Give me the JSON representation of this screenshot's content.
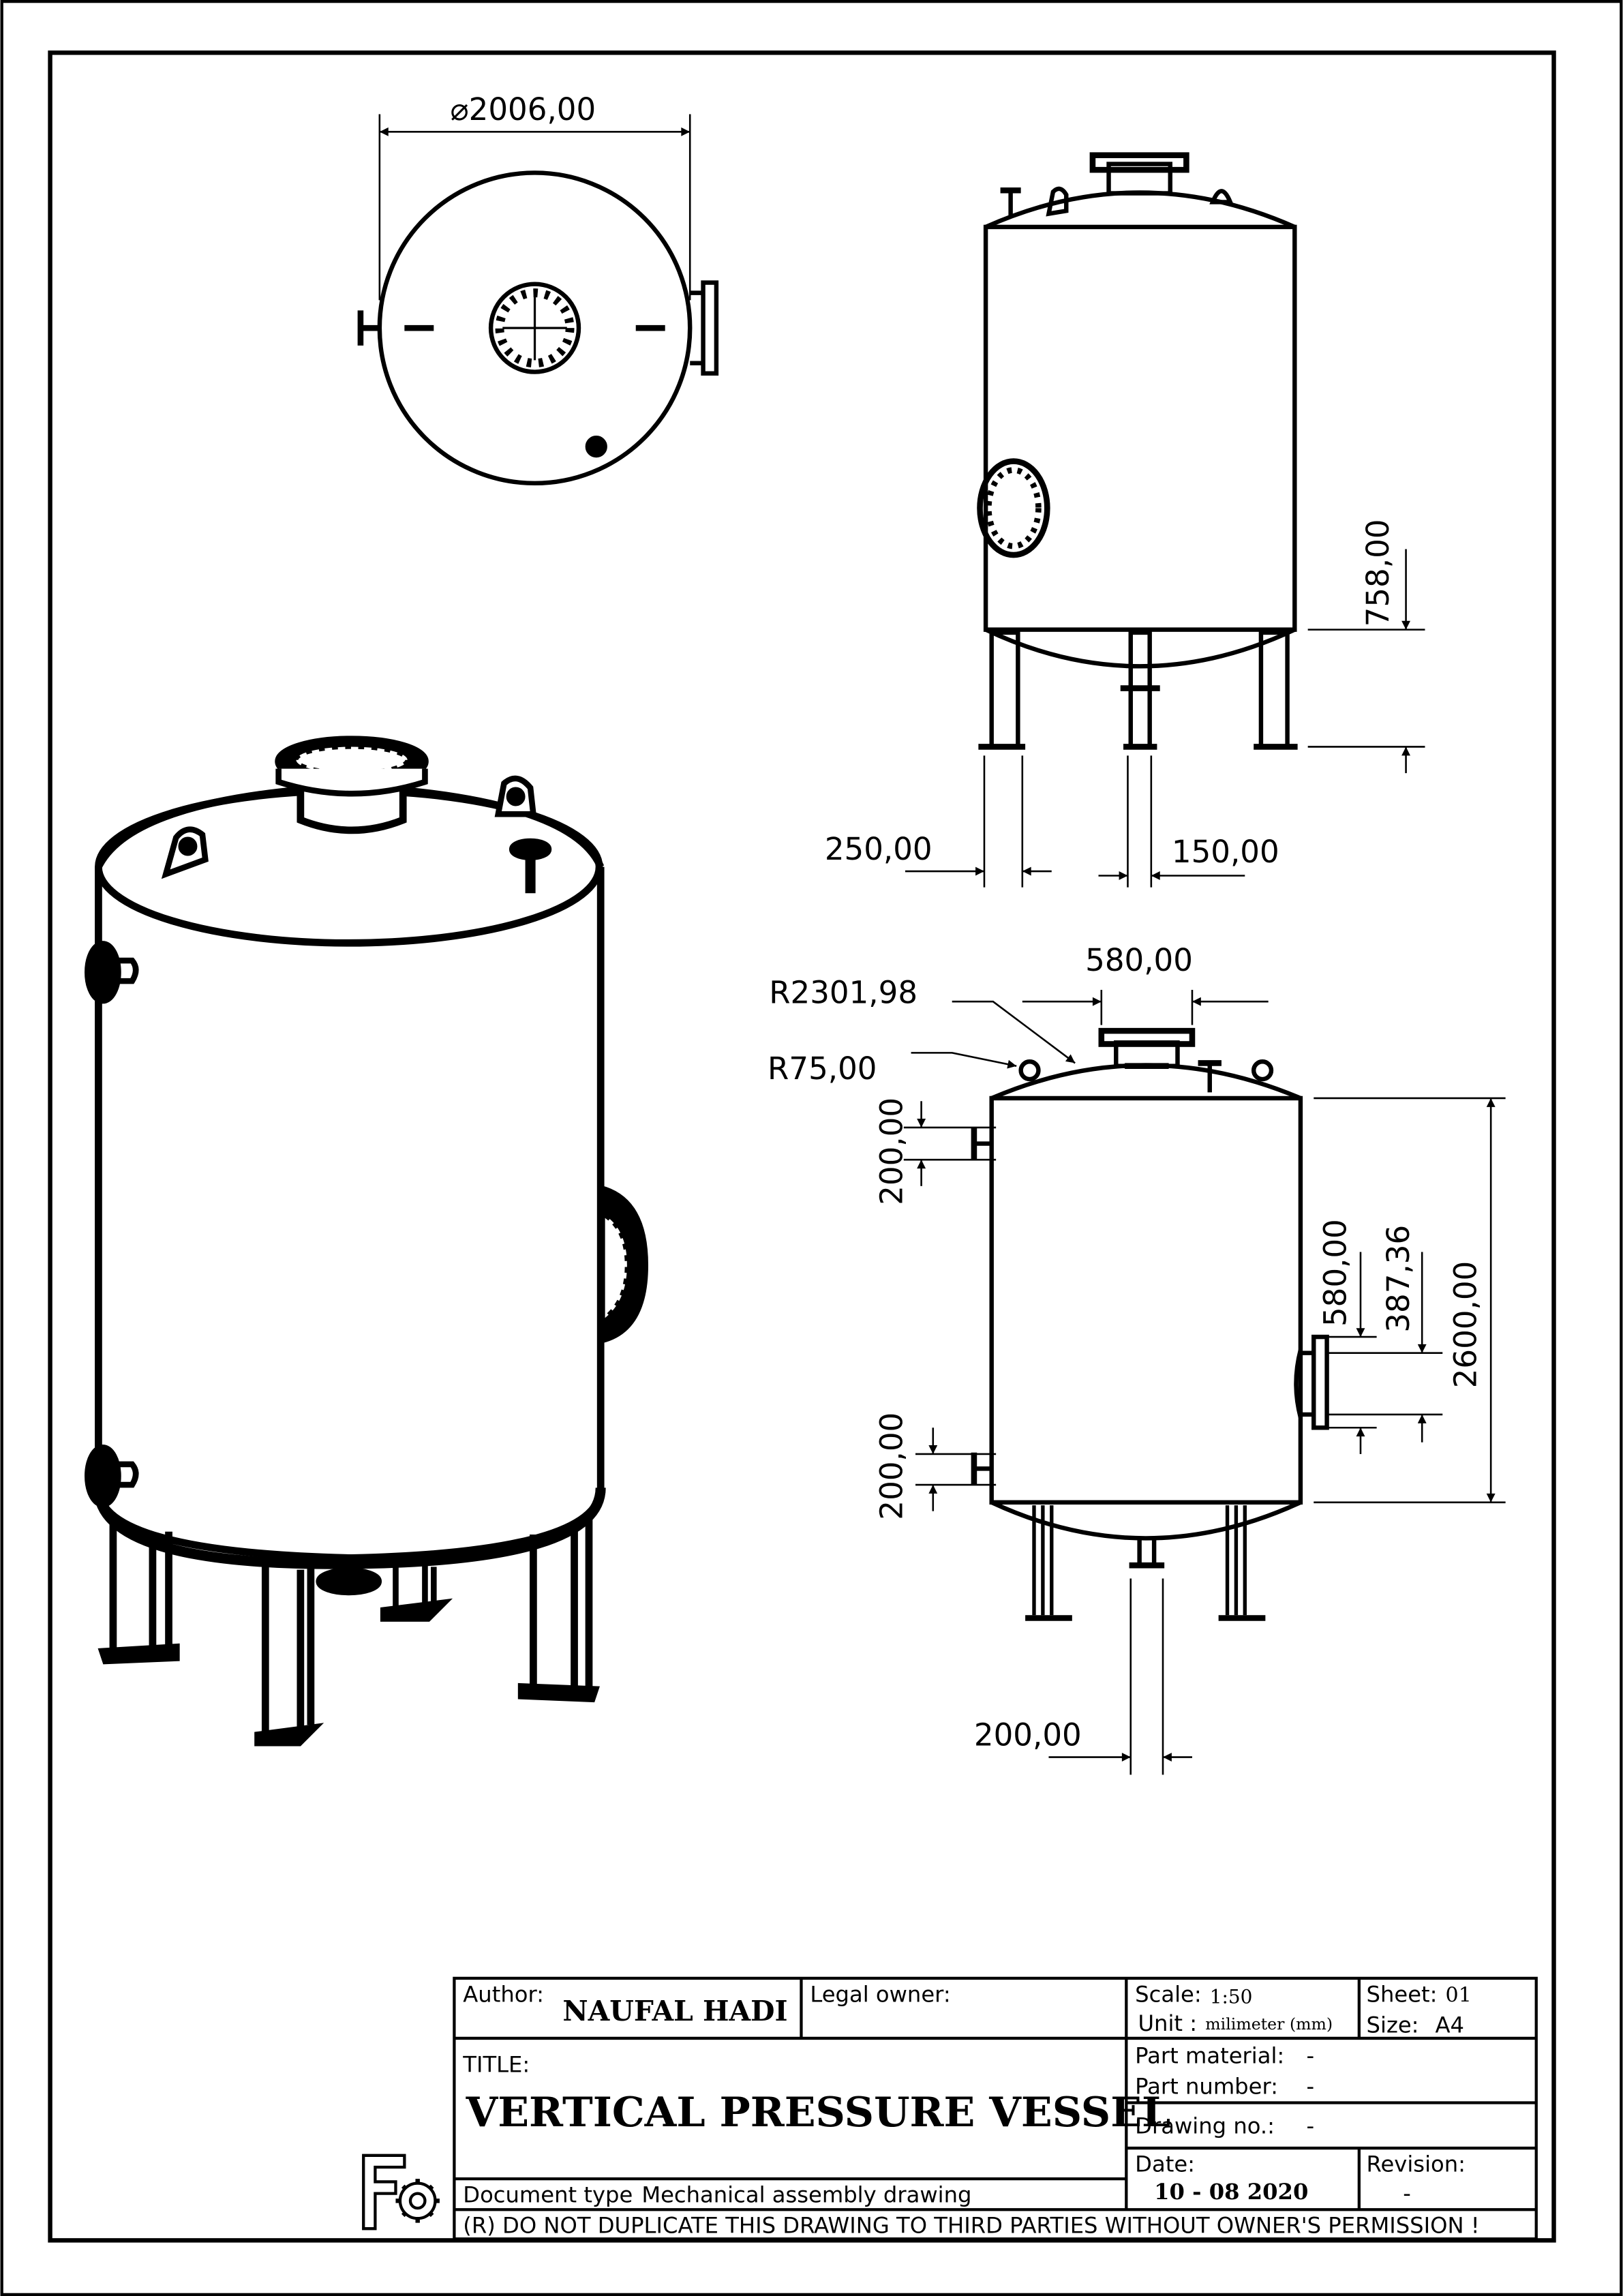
{
  "drawing": {
    "top_view": {
      "diameter": "⌀2006,00"
    },
    "side_view": {
      "dim_leg_height": "758,00",
      "dim_leg_width": "250,00",
      "dim_drain": "150,00"
    },
    "front_view": {
      "dim_manhole": "580,00",
      "dim_head_radius": "R2301,98",
      "dim_lug_radius": "R75,00",
      "dim_upper_nozzle": "200,00",
      "dim_lower_nozzle": "200,00",
      "dim_side_580": "580,00",
      "dim_side_387": "387,36",
      "dim_shell_height": "2600,00",
      "dim_bottom_outlet": "200,00"
    }
  },
  "title_block": {
    "author_label": "Author:",
    "author_value": "NAUFAL HADI",
    "legal_owner_label": "Legal owner:",
    "scale_label": "Scale:",
    "scale_value": "1:50",
    "unit_label": "Unit :",
    "unit_value": "milimeter (mm)",
    "sheet_label": "Sheet:",
    "sheet_value": "01",
    "size_label": "Size:",
    "size_value": "A4",
    "title_label": "TITLE:",
    "title_value": "VERTICAL PRESSURE VESSEL",
    "part_material_label": "Part material:",
    "part_material_value": "-",
    "part_number_label": "Part number:",
    "part_number_value": "-",
    "drawing_no_label": "Drawing no.:",
    "drawing_no_value": "-",
    "date_label": "Date:",
    "date_value": "10 - 08 2020",
    "revision_label": "Revision:",
    "revision_value": "-",
    "doc_type_label": "Document type",
    "doc_type_value": "Mechanical assembly drawing",
    "notice": "(R) DO NOT DUPLICATE THIS DRAWING TO THIRD PARTIES WITHOUT OWNER'S PERMISSION !"
  }
}
